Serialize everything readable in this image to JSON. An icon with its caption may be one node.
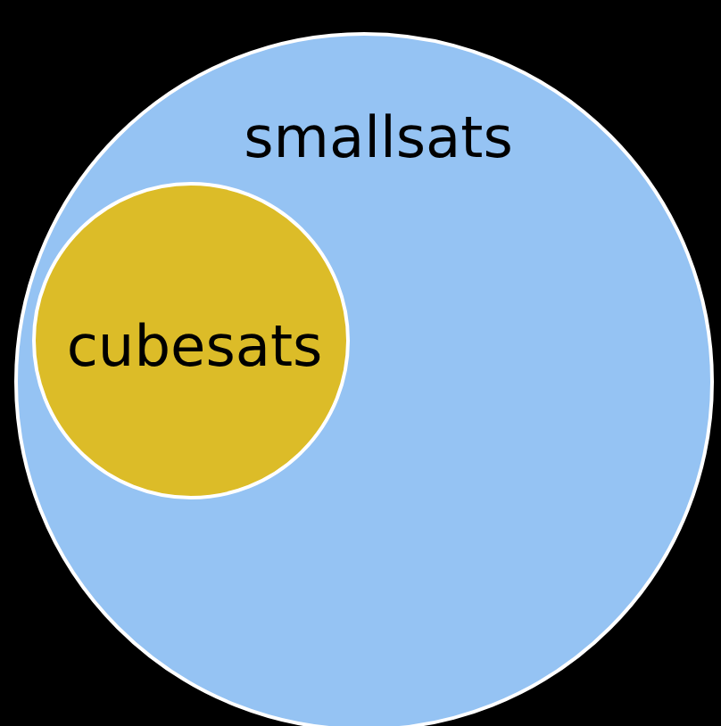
{
  "diagram": {
    "nodes": [
      {
        "text": [
          "smallsats"
        ]
      },
      {
        "text": [
          "cubesats"
        ],
        "in": 0
      }
    ]
  }
}
